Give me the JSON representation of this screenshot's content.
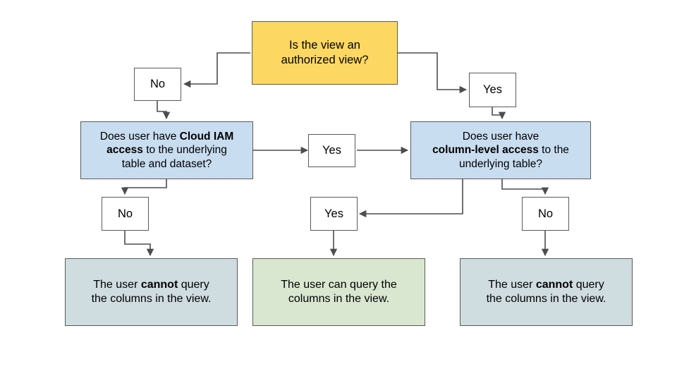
{
  "diagram": {
    "title": "Authorized view and column-level access decision flow",
    "colors": {
      "start_fill": "#FCD862",
      "decision_fill": "#C9DDF0",
      "label_fill": "#FFFFFF",
      "deny_fill": "#CFDCE0",
      "allow_fill": "#D9E7D0",
      "stroke": "#5A5A5A",
      "connector": "#4D4D4D",
      "background": "#FFFFFF"
    },
    "nodes": {
      "start_question": {
        "text": "Is the view an\nauthorized view?",
        "kind": "decision-start"
      },
      "branch_view_no": {
        "text": "No",
        "kind": "label"
      },
      "branch_view_yes": {
        "text": "Yes",
        "kind": "label"
      },
      "iam_question": {
        "html": "Does user have <b>Cloud IAM<br>access</b> to the underlying<br>table and dataset?",
        "text": "Does user have Cloud IAM access to the underlying table and dataset?",
        "kind": "decision"
      },
      "column_question": {
        "html": "Does user have<br><b>column-level access</b> to the<br>underlying table?",
        "text": "Does user have column-level access to the underlying table?",
        "kind": "decision"
      },
      "branch_iam_yes": {
        "text": "Yes",
        "kind": "label"
      },
      "branch_iam_no": {
        "text": "No",
        "kind": "label"
      },
      "branch_column_yes": {
        "text": "Yes",
        "kind": "label"
      },
      "branch_column_no": {
        "text": "No",
        "kind": "label"
      },
      "result_deny_left": {
        "html": "The user <b>cannot</b> query<br>the columns in the view.",
        "text": "The user cannot query the columns in the view.",
        "kind": "result-deny"
      },
      "result_allow": {
        "html": "The user can query the<br>columns in the view.",
        "text": "The user can query the columns in the view.",
        "kind": "result-allow"
      },
      "result_deny_right": {
        "html": "The user <b>cannot</b> query<br>the columns in the view.",
        "text": "The user cannot query the columns in the view.",
        "kind": "result-deny"
      }
    },
    "edges": [
      {
        "from": "start_question",
        "to": "branch_view_no",
        "label": ""
      },
      {
        "from": "start_question",
        "to": "branch_view_yes",
        "label": ""
      },
      {
        "from": "branch_view_no",
        "to": "iam_question",
        "label": ""
      },
      {
        "from": "branch_view_yes",
        "to": "column_question",
        "label": ""
      },
      {
        "from": "iam_question",
        "to": "branch_iam_yes",
        "label": ""
      },
      {
        "from": "iam_question",
        "to": "branch_iam_no",
        "label": ""
      },
      {
        "from": "branch_iam_yes",
        "to": "column_question",
        "label": ""
      },
      {
        "from": "branch_iam_no",
        "to": "result_deny_left",
        "label": ""
      },
      {
        "from": "column_question",
        "to": "branch_column_yes",
        "label": ""
      },
      {
        "from": "column_question",
        "to": "branch_column_no",
        "label": ""
      },
      {
        "from": "branch_column_yes",
        "to": "result_allow",
        "label": ""
      },
      {
        "from": "branch_column_no",
        "to": "result_deny_right",
        "label": ""
      }
    ]
  }
}
